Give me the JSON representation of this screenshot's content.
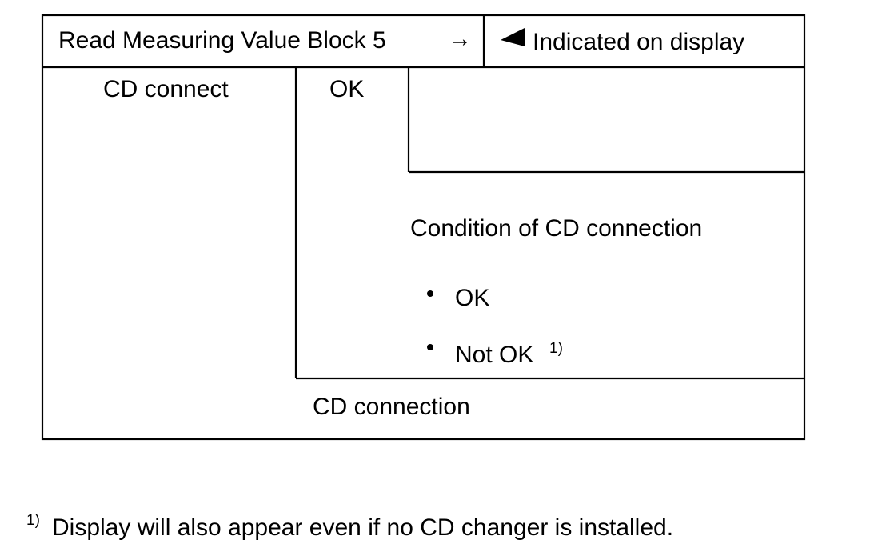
{
  "header": {
    "left_label": "Read Measuring Value Block 5",
    "arrow_glyph": "→",
    "right_icon": "left-pointing-triangle-icon",
    "right_label": "Indicated on display"
  },
  "field": {
    "label": "CD connect",
    "value": "OK",
    "description": "Condition of CD connection",
    "options": [
      {
        "text": "OK",
        "superscript": ""
      },
      {
        "text": "Not OK",
        "superscript": "1)"
      }
    ],
    "caption": "CD connection"
  },
  "footnote": {
    "marker": "1)",
    "text": "Display will also appear even if no CD changer is installed."
  }
}
